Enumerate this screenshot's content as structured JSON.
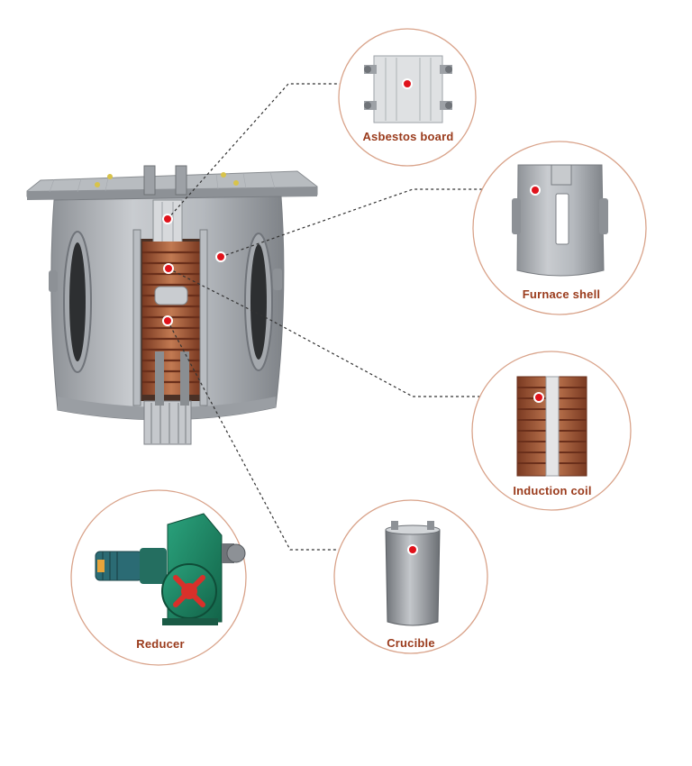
{
  "components": [
    {
      "id": "asbestos",
      "label": "Asbestos board"
    },
    {
      "id": "shell",
      "label": "Furnace shell"
    },
    {
      "id": "coil",
      "label": "Induction coil"
    },
    {
      "id": "reducer",
      "label": "Reducer"
    },
    {
      "id": "crucible",
      "label": "Crucible"
    }
  ],
  "colors": {
    "accent": "#9a3b1c",
    "circle_stroke": "#d9a38a",
    "marker": "#e0121b",
    "leader": "#333333",
    "steel": "#a9adb2",
    "copper": "#b86a45",
    "reducer_green": "#1f8a6a",
    "motor_teal": "#2b6b74"
  },
  "icons": [
    "furnace-illustration",
    "asbestos-board-icon",
    "furnace-shell-icon",
    "induction-coil-icon",
    "reducer-icon",
    "crucible-icon",
    "marker-dot-icon"
  ]
}
